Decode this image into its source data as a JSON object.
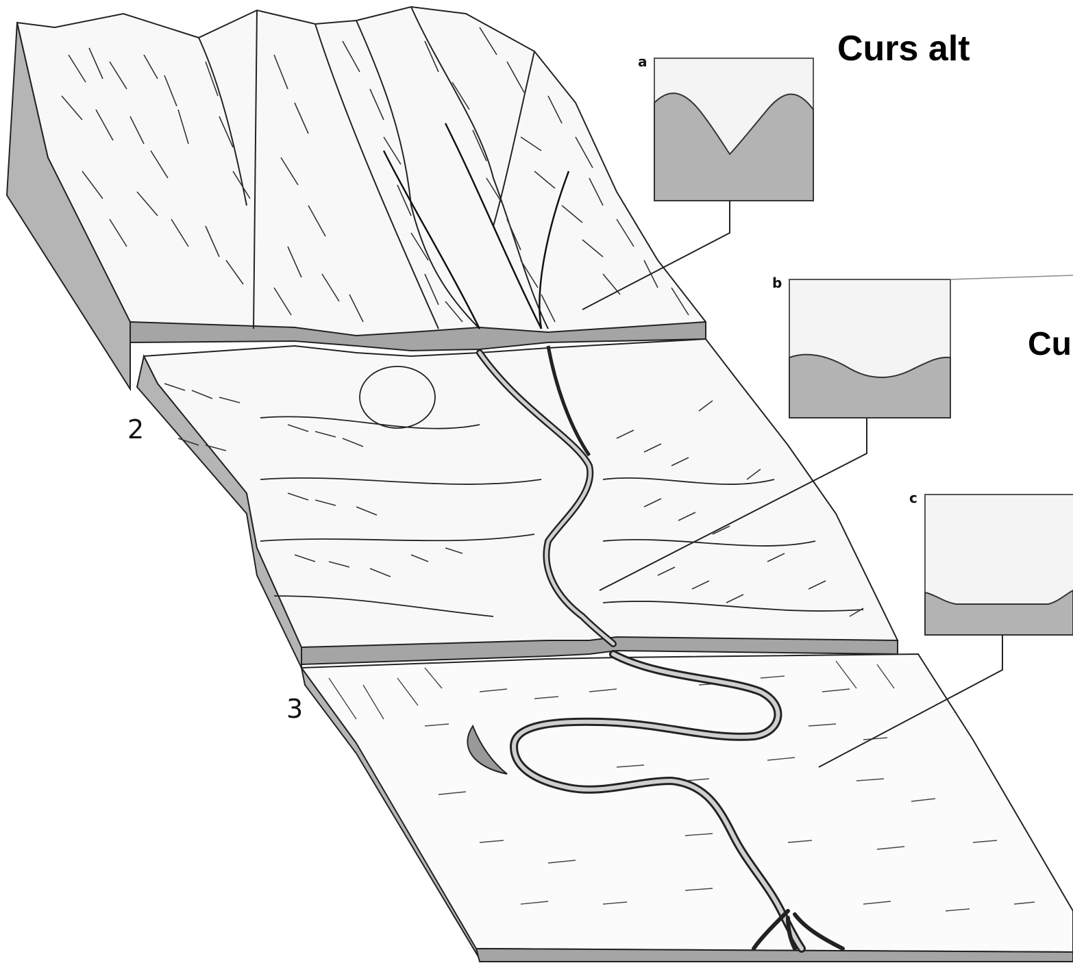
{
  "titles": {
    "upper_course": "Curs alt",
    "middle_course_partial": "Cu"
  },
  "block_numbers": [
    "2",
    "3"
  ],
  "profiles": [
    {
      "letter": "a",
      "shape": "V-shaped valley profile"
    },
    {
      "letter": "b",
      "shape": "open, gentle valley profile"
    },
    {
      "letter": "c",
      "shape": "flat, wide valley floor profile"
    }
  ],
  "colors": {
    "section_fill": "#a9a9a9",
    "profile_fill": "#b3b3b3",
    "profile_bg": "#f4f4f4",
    "line": "#222222",
    "terrain": "#f7f7f7"
  }
}
